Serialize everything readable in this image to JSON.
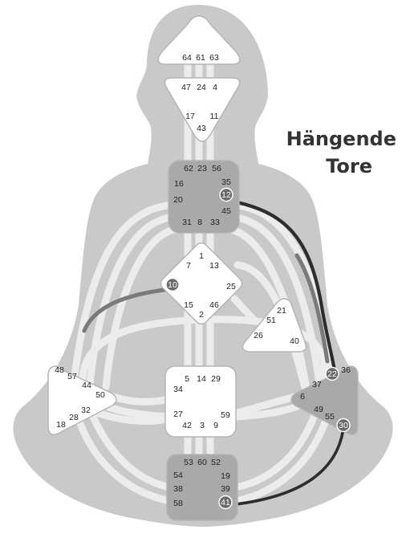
{
  "title": {
    "line1": "Hängende",
    "line2": "Tore"
  },
  "colors": {
    "silhouette": "#c9c9c9",
    "channel": "#ececec",
    "defined_center": "#a9a9a9",
    "undefined_center": "#ffffff",
    "hanging_channel": "#2d2d2d",
    "hanging_accent": "#7a7a7a",
    "hanging_gate_dot": "#6a6a6a"
  },
  "centers": [
    {
      "id": "head",
      "defined": false,
      "gates": [
        "64",
        "61",
        "63"
      ]
    },
    {
      "id": "ajna",
      "defined": false,
      "gates": [
        "47",
        "24",
        "4",
        "17",
        "11",
        "43"
      ]
    },
    {
      "id": "throat",
      "defined": true,
      "gates": [
        "62",
        "23",
        "56",
        "16",
        "35",
        "20",
        "12",
        "45",
        "31",
        "8",
        "33"
      ]
    },
    {
      "id": "g",
      "defined": false,
      "gates": [
        "1",
        "7",
        "13",
        "10",
        "25",
        "15",
        "46",
        "2"
      ]
    },
    {
      "id": "heart",
      "defined": false,
      "gates": [
        "21",
        "51",
        "26",
        "40"
      ]
    },
    {
      "id": "spleen",
      "defined": false,
      "gates": [
        "48",
        "57",
        "44",
        "50",
        "32",
        "28",
        "18"
      ]
    },
    {
      "id": "sacral",
      "defined": false,
      "gates": [
        "5",
        "14",
        "29",
        "34",
        "27",
        "42",
        "3",
        "9",
        "59"
      ]
    },
    {
      "id": "solar-plexus",
      "defined": true,
      "gates": [
        "36",
        "22",
        "37",
        "6",
        "49",
        "55",
        "30"
      ]
    },
    {
      "id": "root",
      "defined": true,
      "gates": [
        "53",
        "60",
        "52",
        "54",
        "19",
        "38",
        "39",
        "58",
        "41"
      ]
    }
  ],
  "hanging_gates": [
    "12",
    "10",
    "22",
    "30",
    "41"
  ]
}
